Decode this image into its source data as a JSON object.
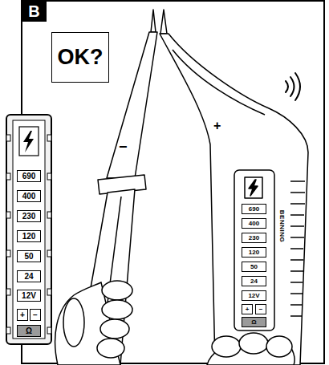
{
  "diagram": {
    "nodes": [
      {
        "text": [
          "B"
        ]
      },
      {
        "text": [
          "OK?"
        ]
      },
      {
        "text": [
          "690"
        ]
      },
      {
        "text": [
          "400"
        ]
      },
      {
        "text": [
          "230"
        ]
      },
      {
        "text": [
          "120"
        ]
      },
      {
        "text": [
          "50"
        ]
      },
      {
        "text": [
          "24"
        ]
      },
      {
        "text": [
          "12V"
        ]
      },
      {
        "text": [
          "+"
        ]
      },
      {
        "text": [
          "−"
        ]
      },
      {
        "text": [
          "Ω"
        ]
      },
      {
        "text": [
          "690"
        ]
      },
      {
        "text": [
          "400"
        ]
      },
      {
        "text": [
          "230"
        ]
      },
      {
        "text": [
          "120"
        ]
      },
      {
        "text": [
          "50"
        ]
      },
      {
        "text": [
          "24"
        ]
      },
      {
        "text": [
          "12V"
        ]
      },
      {
        "text": [
          "+"
        ]
      },
      {
        "text": [
          "−"
        ]
      },
      {
        "text": [
          "Ω"
        ]
      }
    ],
    "labels": [
      "−",
      "+",
      "BENNING"
    ]
  }
}
